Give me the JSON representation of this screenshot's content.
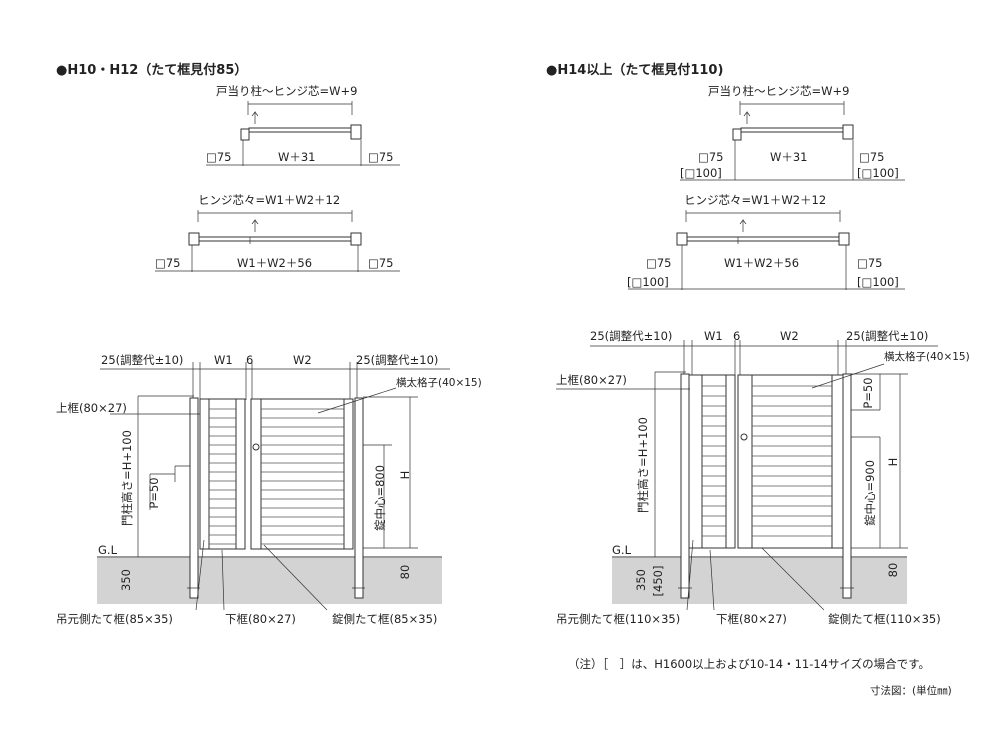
{
  "left": {
    "heading": "●H10・H12（たて框見付85）",
    "plan1": {
      "top": "戸当り柱～ヒンジ芯=W+9",
      "post_left": "□75",
      "mid": "W＋31",
      "post_right": "□75"
    },
    "plan2": {
      "top": "ヒンジ芯々=W1＋W2＋12",
      "post_left": "□75",
      "mid": "W1＋W2＋56",
      "post_right": "□75"
    },
    "elev": {
      "adj_left": "25(調整代±10)",
      "w1": "W1",
      "gap": "6",
      "w2": "W2",
      "adj_right": "25(調整代±10)",
      "top_rail": "上框(80×27)",
      "slat": "横太格子(40×15)",
      "post_height": "門柱高さ=H+100",
      "p": "P=50",
      "lock_center": "錠中心=800",
      "h": "H",
      "gl": "G.L",
      "depth": "350",
      "ground": "80",
      "hinge_stile": "吊元側たて框(85×35)",
      "bottom_rail": "下框(80×27)",
      "lock_stile": "錠側たて框(85×35)"
    }
  },
  "right": {
    "heading": "●H14以上（たて框見付110)",
    "plan1": {
      "top": "戸当り柱～ヒンジ芯=W+9",
      "post_left": "□75",
      "mid": "W＋31",
      "post_right": "□75",
      "alt_left": "[□100]",
      "alt_right": "[□100]"
    },
    "plan2": {
      "top": "ヒンジ芯々=W1＋W2＋12",
      "post_left": "□75",
      "mid": "W1＋W2＋56",
      "post_right": "□75",
      "alt_left": "[□100]",
      "alt_right": "[□100]"
    },
    "elev": {
      "adj_left": "25(調整代±10)",
      "w1": "W1",
      "gap": "6",
      "w2": "W2",
      "adj_right": "25(調整代±10)",
      "top_rail": "上框(80×27)",
      "slat": "横太格子(40×15)",
      "post_height": "門柱高さ=H+100",
      "p": "P=50",
      "lock_center": "錠中心=900",
      "h": "H",
      "gl": "G.L",
      "depth": "350",
      "depth_alt": "[450]",
      "ground": "80",
      "hinge_stile": "吊元側たて框(110×35)",
      "bottom_rail": "下框(80×27)",
      "lock_stile": "錠側たて框(110×35)"
    }
  },
  "note": "（注）［　］は、H1600以上および10-14・11-14サイズの場合です。",
  "unit": "寸法図：(単位㎜)",
  "colors": {
    "ground": "#d3d3d3",
    "line": "#333333"
  }
}
